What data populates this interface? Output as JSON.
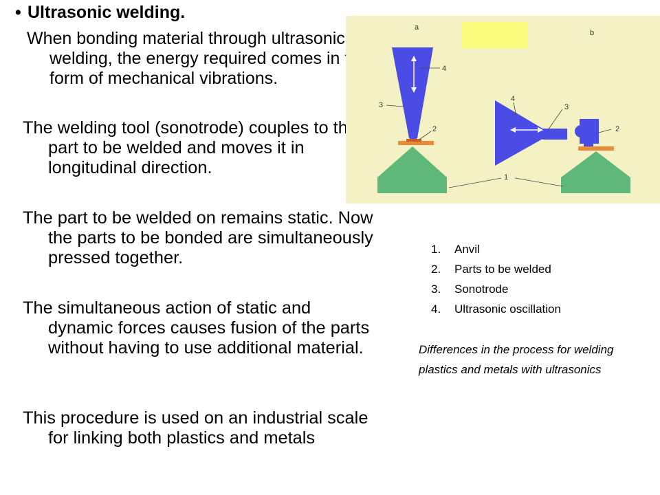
{
  "slide": {
    "heading": "Ultrasonic welding.",
    "paragraphs": [
      {
        "lead": "When bonding material through",
        "rest": "ultrasonic welding, the energy required comes in the form of mechanical vibrations."
      },
      {
        "text": "The welding tool (sonotrode) couples to the part to be welded and moves it in longitudinal direction."
      },
      {
        "text": "The part to be welded on remains static. Now the parts to be bonded are simultaneously pressed together."
      },
      {
        "text": "The simultaneous action of static and dynamic forces causes fusion of the parts without having to use additional material."
      },
      {
        "text": "This procedure is used on an industrial scale for linking both plastics and metals"
      }
    ]
  },
  "figure": {
    "panel_labels": [
      "a",
      "b"
    ],
    "callouts": [
      "1",
      "2",
      "3",
      "4"
    ],
    "colors": {
      "background": "#f4f2c4",
      "sonotrode": "#4b4ce6",
      "anvil": "#5fb87a",
      "parts": "#e88a3a",
      "highlight": "#fbfb7e"
    }
  },
  "legend": {
    "items": [
      {
        "num": "1.",
        "label": "Anvil"
      },
      {
        "num": "2.",
        "label": "Parts to be welded"
      },
      {
        "num": "3.",
        "label": "Sonotrode"
      },
      {
        "num": "4.",
        "label": "Ultrasonic oscillation"
      }
    ]
  },
  "caption": "Differences in the process for welding plastics and metals with ultrasonics"
}
